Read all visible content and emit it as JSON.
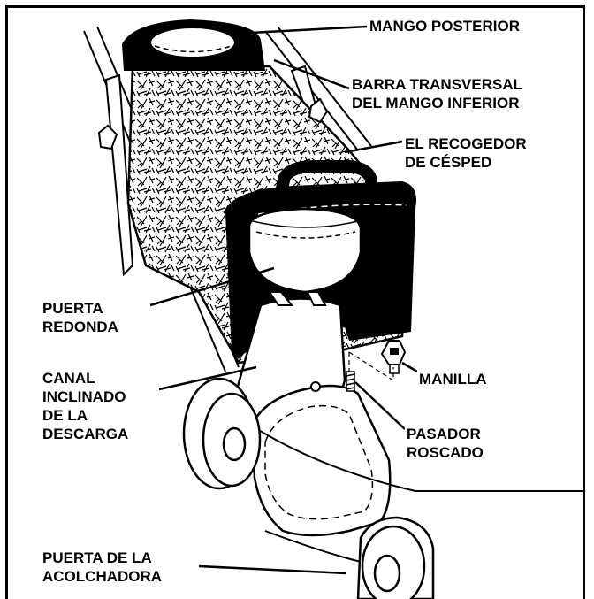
{
  "labels": {
    "rear_handle": "MANGO POSTERIOR",
    "crossbar": "BARRA TRANSVERSAL\nDEL MANGO INFERIOR",
    "grass_catcher": "EL RECOGEDOR\nDE CÉSPED",
    "round_door": "PUERTA\nREDONDA",
    "knob": "MANILLA",
    "chute": "CANAL\nINCLINADO\nDE LA\nDESCARGA",
    "bolt": "PASADOR\nROSCADO",
    "mulch_door": "PUERTA DE LA\nACOLCHADORA"
  },
  "colors": {
    "ink": "#000000",
    "paper": "#ffffff"
  }
}
